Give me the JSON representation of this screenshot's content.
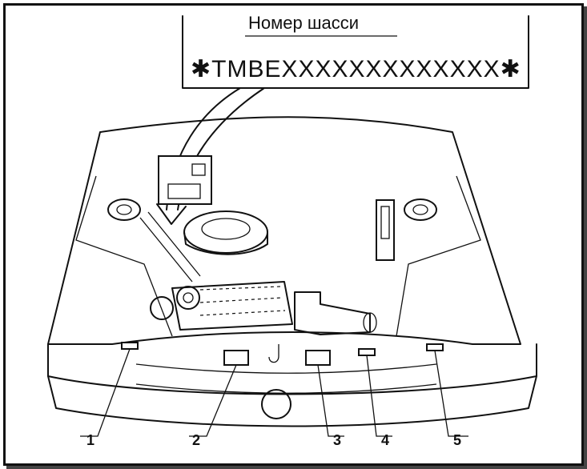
{
  "caption": {
    "title": "Номер шасси",
    "vin": "✱TMBEXXXXXXXXXXXXX✱"
  },
  "callouts": [
    "1",
    "2",
    "3",
    "4",
    "5"
  ]
}
